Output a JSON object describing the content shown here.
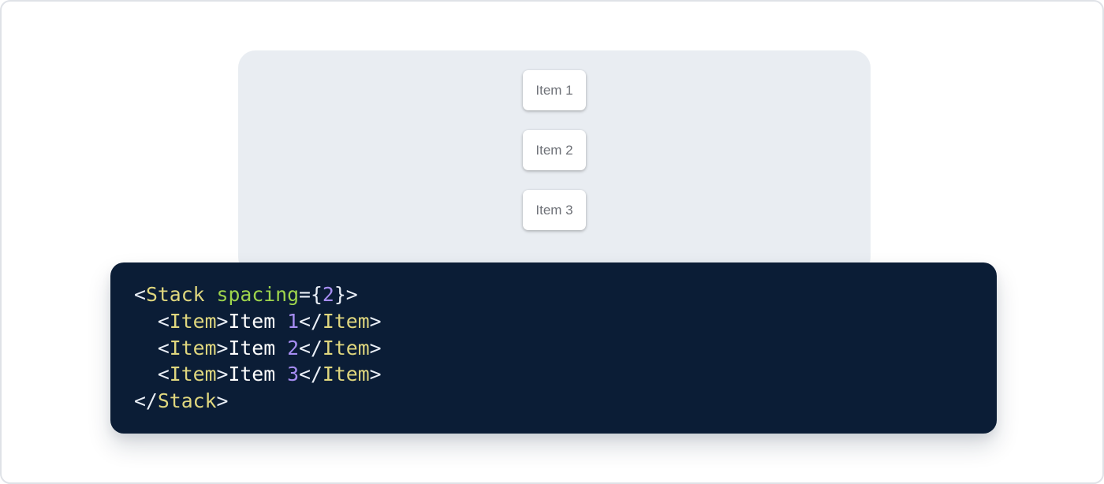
{
  "page": {
    "background": "#ffffff",
    "border_color": "#dfe2e7"
  },
  "demo_panel": {
    "background": "#e9edf2",
    "item_text_color": "#707379",
    "items": [
      "Item 1",
      "Item 2",
      "Item 3"
    ]
  },
  "code_block": {
    "background": "#0b1d36",
    "language": "jsx",
    "source": "<Stack spacing={2}>\n  <Item>Item 1</Item>\n  <Item>Item 2</Item>\n  <Item>Item 3</Item>\n</Stack>",
    "token_colors": {
      "punctuation": "#e9eef6",
      "tag": "#e0d77e",
      "attribute": "#9ed44c",
      "number": "#a68df2",
      "plain": "#ffffff"
    },
    "lines": [
      [
        {
          "c": "punctuation",
          "v": "<"
        },
        {
          "c": "tag",
          "v": "Stack"
        },
        {
          "c": "plain",
          "v": " "
        },
        {
          "c": "attribute",
          "v": "spacing"
        },
        {
          "c": "punctuation",
          "v": "={"
        },
        {
          "c": "number",
          "v": "2"
        },
        {
          "c": "punctuation",
          "v": "}>"
        }
      ],
      [
        {
          "c": "plain",
          "v": "  "
        },
        {
          "c": "punctuation",
          "v": "<"
        },
        {
          "c": "tag",
          "v": "Item"
        },
        {
          "c": "punctuation",
          "v": ">"
        },
        {
          "c": "plain",
          "v": "Item "
        },
        {
          "c": "number",
          "v": "1"
        },
        {
          "c": "punctuation",
          "v": "</"
        },
        {
          "c": "tag",
          "v": "Item"
        },
        {
          "c": "punctuation",
          "v": ">"
        }
      ],
      [
        {
          "c": "plain",
          "v": "  "
        },
        {
          "c": "punctuation",
          "v": "<"
        },
        {
          "c": "tag",
          "v": "Item"
        },
        {
          "c": "punctuation",
          "v": ">"
        },
        {
          "c": "plain",
          "v": "Item "
        },
        {
          "c": "number",
          "v": "2"
        },
        {
          "c": "punctuation",
          "v": "</"
        },
        {
          "c": "tag",
          "v": "Item"
        },
        {
          "c": "punctuation",
          "v": ">"
        }
      ],
      [
        {
          "c": "plain",
          "v": "  "
        },
        {
          "c": "punctuation",
          "v": "<"
        },
        {
          "c": "tag",
          "v": "Item"
        },
        {
          "c": "punctuation",
          "v": ">"
        },
        {
          "c": "plain",
          "v": "Item "
        },
        {
          "c": "number",
          "v": "3"
        },
        {
          "c": "punctuation",
          "v": "</"
        },
        {
          "c": "tag",
          "v": "Item"
        },
        {
          "c": "punctuation",
          "v": ">"
        }
      ],
      [
        {
          "c": "punctuation",
          "v": "</"
        },
        {
          "c": "tag",
          "v": "Stack"
        },
        {
          "c": "punctuation",
          "v": ">"
        }
      ]
    ]
  }
}
